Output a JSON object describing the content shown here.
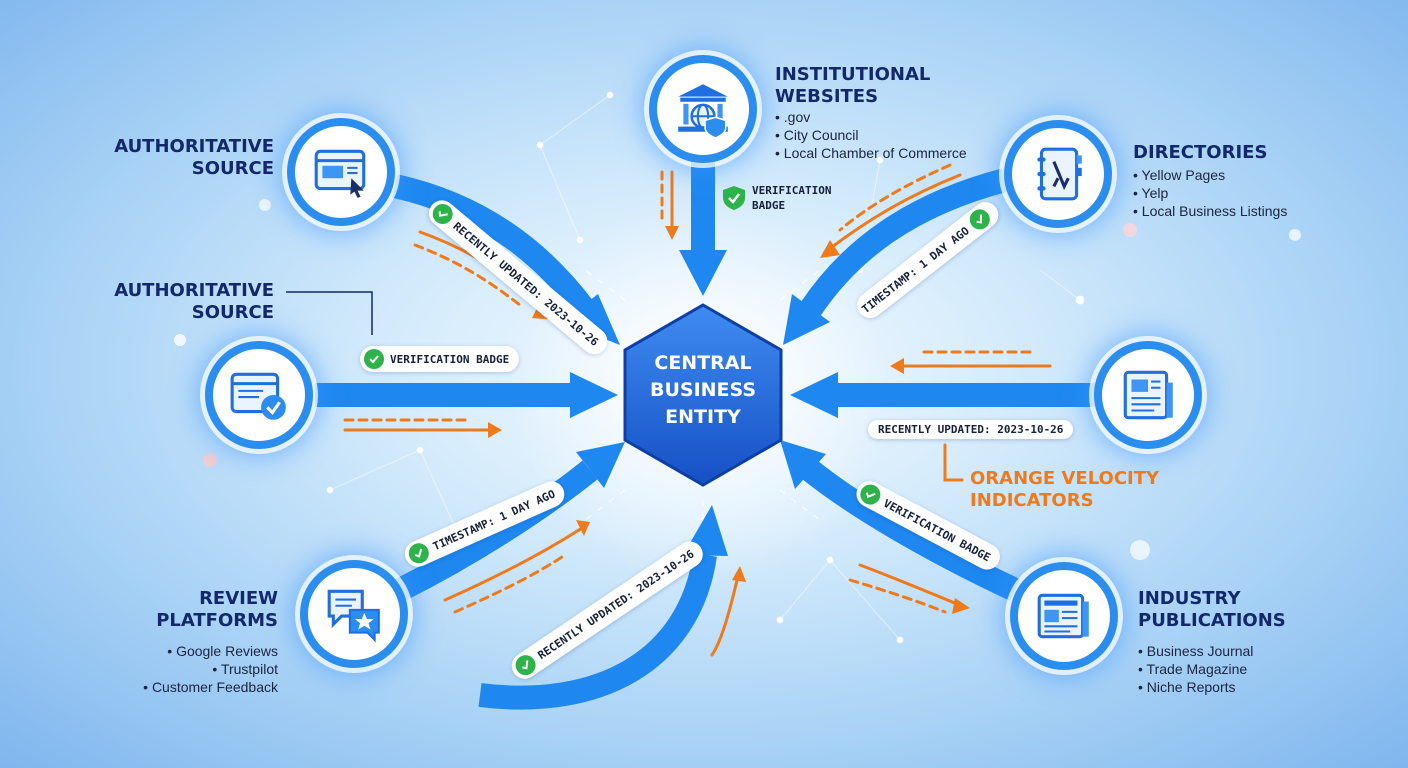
{
  "colors": {
    "arrow_blue": "#1e88f0",
    "hub_blue": "#1d6ad6",
    "velocity_orange": "#f07a1a",
    "check_green": "#2db34a",
    "title_navy": "#13286b"
  },
  "hub": {
    "label_line1": "CENTRAL",
    "label_line2": "BUSINESS",
    "label_line3": "ENTITY"
  },
  "sources": {
    "authoritative_top": {
      "title": "AUTHORITATIVE\nSOURCE",
      "icon": "browser-cursor-icon"
    },
    "authoritative_mid": {
      "title": "AUTHORITATIVE\nSOURCE",
      "icon": "browser-check-icon"
    },
    "institutional": {
      "title": "INSTITUTIONAL\nWEBSITES",
      "icon": "bank-globe-shield-icon",
      "items": [
        ".gov",
        "City Council",
        "Local Chamber of Commerce"
      ]
    },
    "directories": {
      "title": "DIRECTORIES",
      "icon": "address-book-icon",
      "items": [
        "Yellow Pages",
        "Yelp",
        "Local Business Listings"
      ]
    },
    "news": {
      "icon": "newspaper-icon"
    },
    "review": {
      "title": "REVIEW\nPLATFORMS",
      "icon": "chat-star-icon",
      "items": [
        "Google Reviews",
        "Trustpilot",
        "Customer Feedback"
      ]
    },
    "industry": {
      "title": "INDUSTRY\nPUBLICATIONS",
      "icon": "publication-icon",
      "items": [
        "Business Journal",
        "Trade Magazine",
        "Niche Reports"
      ]
    }
  },
  "legend": {
    "orange_velocity": "ORANGE VELOCITY\nINDICATORS"
  },
  "tags": {
    "top_left": "RECENTLY UPDATED: 2023-10-26",
    "institutional_line1": "VERIFICATION",
    "institutional_line2": "BADGE",
    "top_right": "TIMESTAMP: 1 DAY AGO",
    "mid_left": "VERIFICATION BADGE",
    "mid_right": "RECENTLY UPDATED: 2023-10-26",
    "lower_left": "TIMESTAMP: 1 DAY AGO",
    "bottom": "RECENTLY UPDATED: 2023-10-26",
    "lower_right": "VERIFICATION BADGE"
  }
}
